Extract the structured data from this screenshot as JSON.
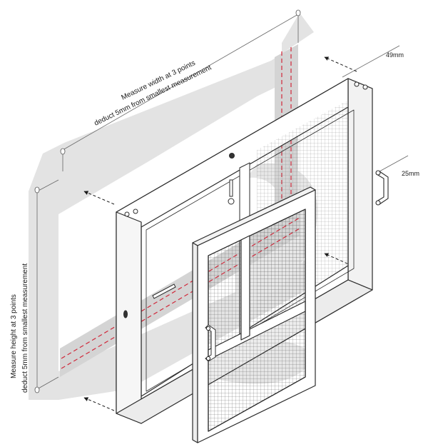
{
  "labels": {
    "width_line1": "Measure width at 3 points",
    "width_line2": "deduct 5mm from smallest measurement",
    "height_line1": "Measure height at 3 points",
    "height_line2": "deduct 5mm from smallest measurement",
    "depth_dim": "49mm",
    "handle_dim": "25mm"
  },
  "colors": {
    "wall_shadow": "#e3e3e3",
    "reveal": "#d4d4d4",
    "measure_line": "#d0283a",
    "frame_stroke": "#2b2b2b",
    "frame_fill": "#ffffff",
    "mesh": "#555555"
  }
}
